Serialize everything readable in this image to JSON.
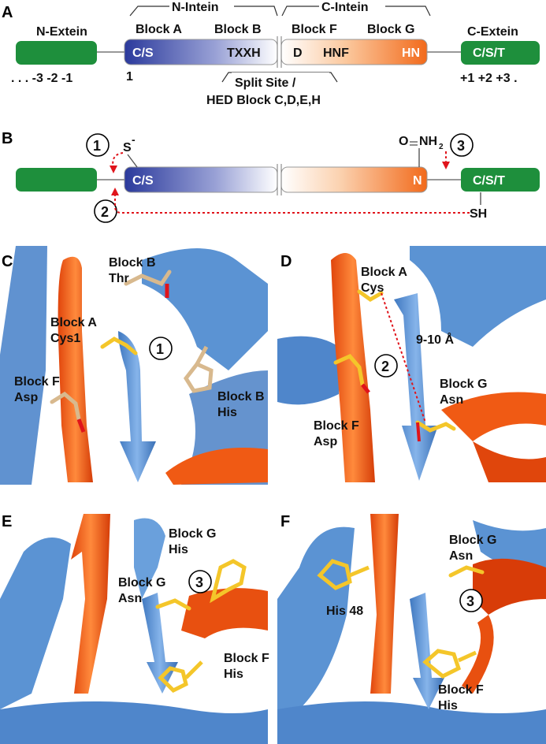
{
  "panel_a": {
    "letter": "A",
    "n_extein": "N-Extein",
    "n_intein": "N-Intein",
    "c_intein": "C-Intein",
    "c_extein": "C-Extein",
    "block_a": "Block A",
    "block_b": "Block B",
    "block_f": "Block F",
    "block_g": "Block G",
    "cs": "C/S",
    "txxh": "TXXH",
    "d": "D",
    "hnf": "HNF",
    "hn": "HN",
    "cst": "C/S/T",
    "n_positions": ". . . -3 -2 -1",
    "pos_1": "1",
    "c_positions": "+1  +2 +3 .",
    "split_site": "Split Site /",
    "hed_blocks": "HED Block C,D,E,H"
  },
  "panel_b": {
    "letter": "B",
    "step1": "1",
    "step2": "2",
    "step3": "3",
    "s_minus": "S",
    "minus": "-",
    "o": "O",
    "nh2": "NH",
    "sub2": "2",
    "cs": "C/S",
    "n": "N",
    "cst": "C/S/T",
    "sh": "SH"
  },
  "panel_c": {
    "letter": "C",
    "block_b_thr": [
      "Block B",
      "Thr"
    ],
    "block_a_cys1": [
      "Block A",
      "Cys1"
    ],
    "block_f_asp": [
      "Block F",
      "Asp"
    ],
    "block_b_his": [
      "Block B",
      "His"
    ],
    "step": "1"
  },
  "panel_d": {
    "letter": "D",
    "block_a_cys": [
      "Block A",
      "Cys"
    ],
    "distance": "9-10 Å",
    "step": "2",
    "block_g_asn": [
      "Block G",
      "Asn"
    ],
    "block_f_asp": [
      "Block F",
      "Asp"
    ]
  },
  "panel_e": {
    "letter": "E",
    "block_g_his": [
      "Block G",
      "His"
    ],
    "block_g_asn": [
      "Block G",
      "Asn"
    ],
    "block_f_his": [
      "Block F",
      "His"
    ],
    "step": "3"
  },
  "panel_f": {
    "letter": "F",
    "block_g_asn": [
      "Block G",
      "Asn"
    ],
    "his48": "His 48",
    "block_f_his": [
      "Block F",
      "His"
    ],
    "step": "3"
  },
  "colors": {
    "extein_green": "#1e8f3c",
    "intein_blue": "#2b3a9c",
    "intein_orange": "#f26a1b",
    "ribbon_blue": "#5b93d3",
    "ribbon_orange": "#f05a14",
    "residue_yellow": "#f4c62a",
    "residue_tan": "#d8b98e",
    "arrow_red": "#e0141b"
  }
}
